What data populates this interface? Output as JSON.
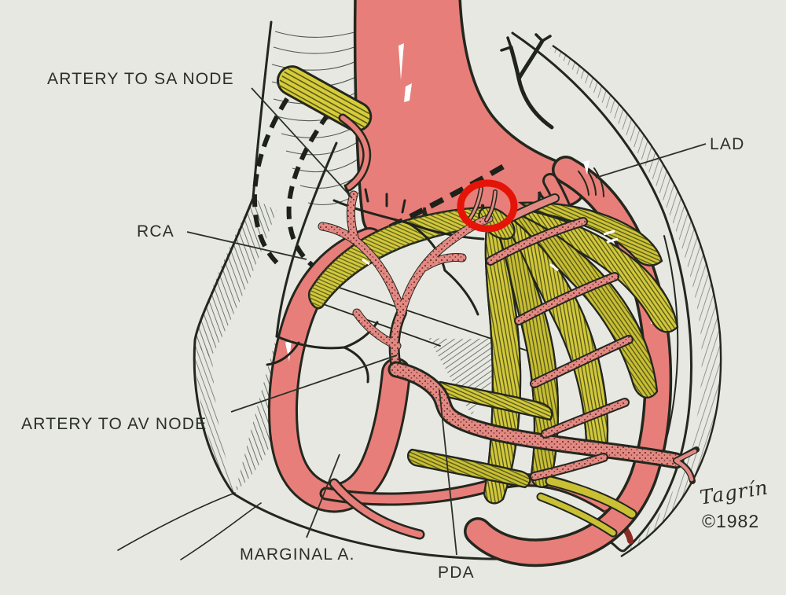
{
  "figure": {
    "type": "medical-illustration",
    "subject": "Coronary arteries and cardiac conduction system of the heart"
  },
  "labels": {
    "artery_to_sa_node": "ARTERY TO SA NODE",
    "rca": "RCA",
    "lad": "LAD",
    "artery_to_av_node": "ARTERY TO AV NODE",
    "marginal_a": "MARGINAL A.",
    "pda": "PDA"
  },
  "signature": {
    "artist": "Tagrín",
    "year": "©1982"
  },
  "annotation": {
    "highlight_circle_color": "#e51408"
  },
  "colors": {
    "background": "#e7e8e2",
    "artery_pink": "#e87e79",
    "stippled_pink": "#e18a84",
    "conduction_yellow": "#d2c93b",
    "ink": "#23271e",
    "label_text": "#2b2f26",
    "highlight_red": "#e51408"
  }
}
